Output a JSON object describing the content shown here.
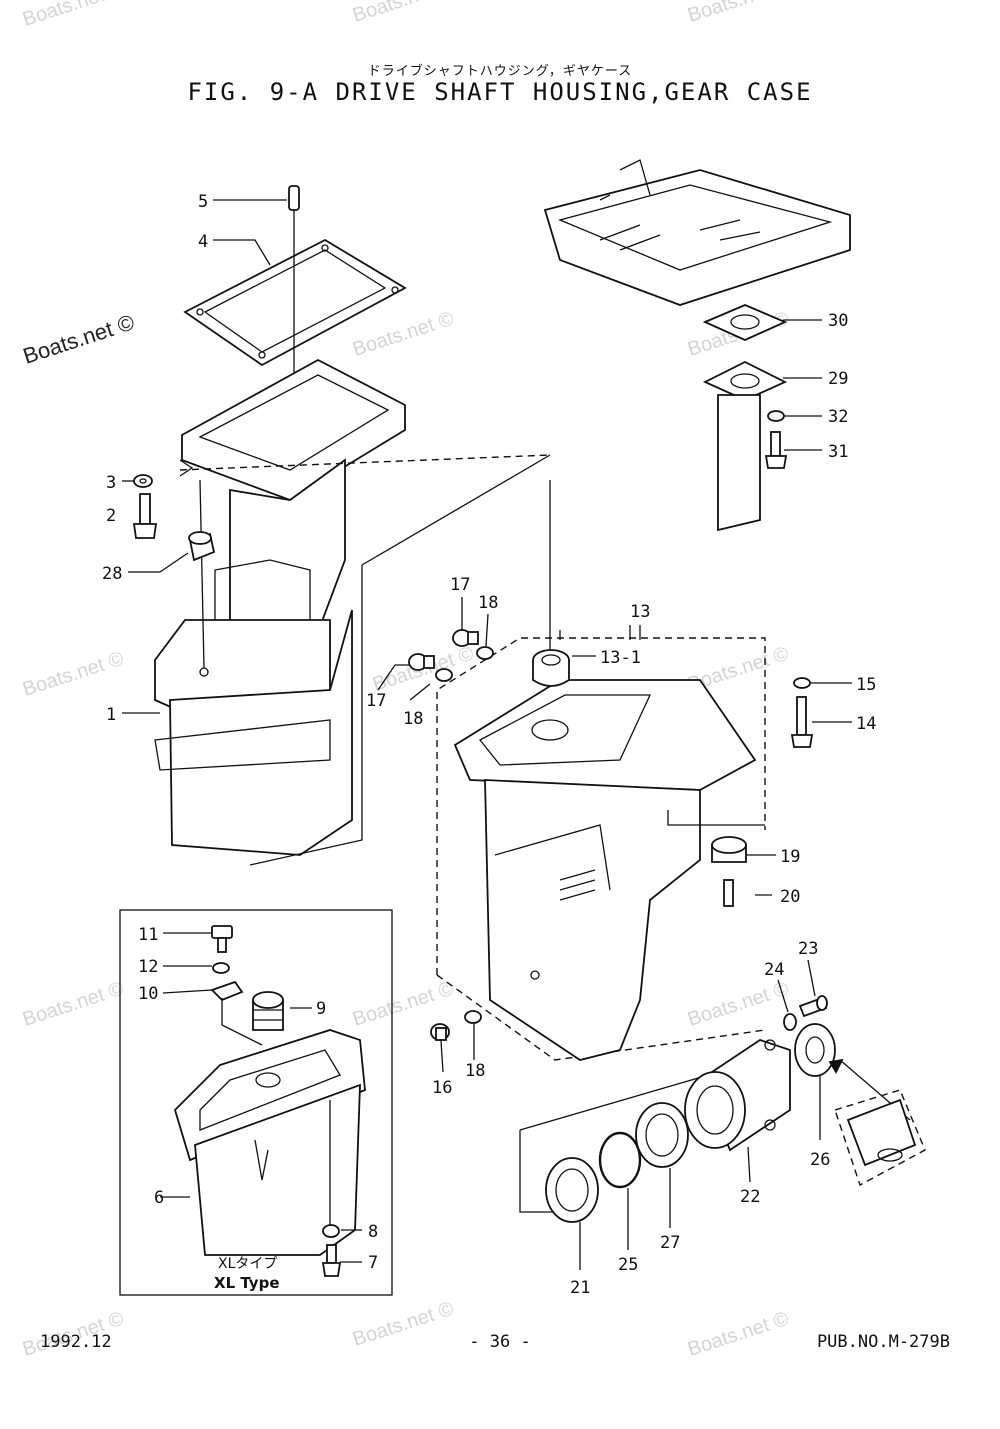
{
  "header": {
    "subtitle_jp": "ドライブシャフトハウジング，ギヤケース",
    "title": "FIG.  9-A DRIVE SHAFT HOUSING,GEAR CASE"
  },
  "footer": {
    "date": "1992.12",
    "page": "- 36 -",
    "pub": "PUB.NO.M-279B"
  },
  "xl_box": {
    "label_jp": "XLタイプ",
    "label": "XL Type"
  },
  "watermark": "Boats.net ©",
  "callouts": {
    "c1": "1",
    "c2": "2",
    "c3": "3",
    "c4": "4",
    "c5": "5",
    "c6": "6",
    "c7": "7",
    "c8": "8",
    "c9": "9",
    "c10": "10",
    "c11": "11",
    "c12": "12",
    "c13": "13",
    "c13_1": "13-1",
    "c14": "14",
    "c15": "15",
    "c16": "16",
    "c17a": "17",
    "c17b": "17",
    "c18a": "18",
    "c18b": "18",
    "c18c": "18",
    "c19": "19",
    "c20": "20",
    "c21": "21",
    "c22": "22",
    "c23": "23",
    "c24": "24",
    "c25": "25",
    "c26": "26",
    "c27": "27",
    "c28": "28",
    "c29": "29",
    "c30": "30",
    "c31": "31",
    "c32": "32"
  }
}
